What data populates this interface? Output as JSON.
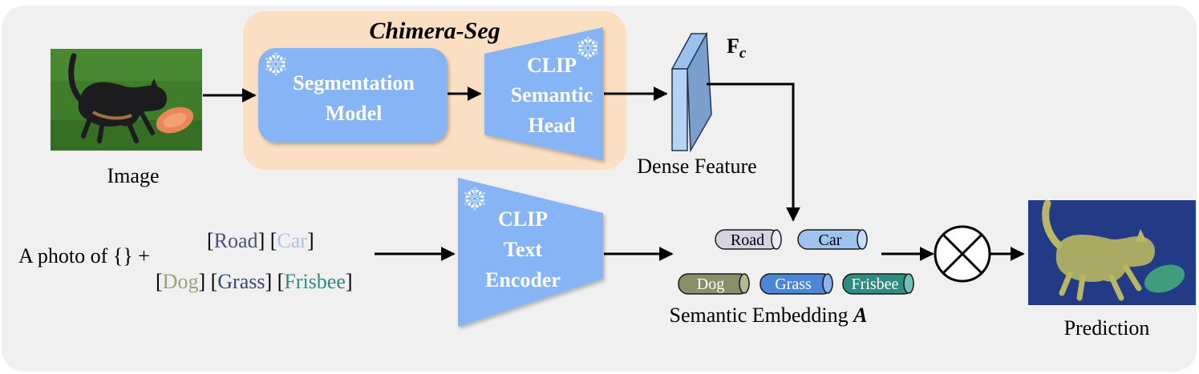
{
  "title": "Chimera-Seg",
  "blocks": {
    "seg_model": [
      "Segmentation",
      "Model"
    ],
    "clip_head": [
      "CLIP",
      "Semantic",
      "Head"
    ],
    "text_encoder": [
      "CLIP",
      "Text",
      "Encoder"
    ]
  },
  "labels": {
    "image": "Image",
    "dense_feature": "Dense Feature",
    "fc_main": "F",
    "fc_sub": "c",
    "semantic_embedding": "Semantic Embedding",
    "semantic_embedding_symbol": "A",
    "prediction": "Prediction"
  },
  "prompt": {
    "prefix": "A photo of {} +",
    "classes": [
      {
        "name": "Road",
        "color": "#4a5275"
      },
      {
        "name": "Car",
        "color": "#a9c4e6"
      },
      {
        "name": "Dog",
        "color": "#9e9f78"
      },
      {
        "name": "Grass",
        "color": "#33457a"
      },
      {
        "name": "Frisbee",
        "color": "#2f8c80"
      }
    ]
  },
  "embeddings": [
    {
      "name": "Road",
      "color": "#d4d4e2"
    },
    {
      "name": "Car",
      "color": "#9ec3ef"
    },
    {
      "name": "Dog",
      "color": "#8a8f67"
    },
    {
      "name": "Grass",
      "color": "#4b86d8"
    },
    {
      "name": "Frisbee",
      "color": "#2f8c80"
    }
  ],
  "colors": {
    "panel": "#f0f0f0",
    "chimera_bg": "#fbdfc3",
    "block_blue": "#86b4f4",
    "feature_front": "#b5d3f5",
    "feature_side": "#7a9fcc"
  },
  "icons": [
    "frozen-snowflake-icon",
    "multiply-circle-icon"
  ]
}
